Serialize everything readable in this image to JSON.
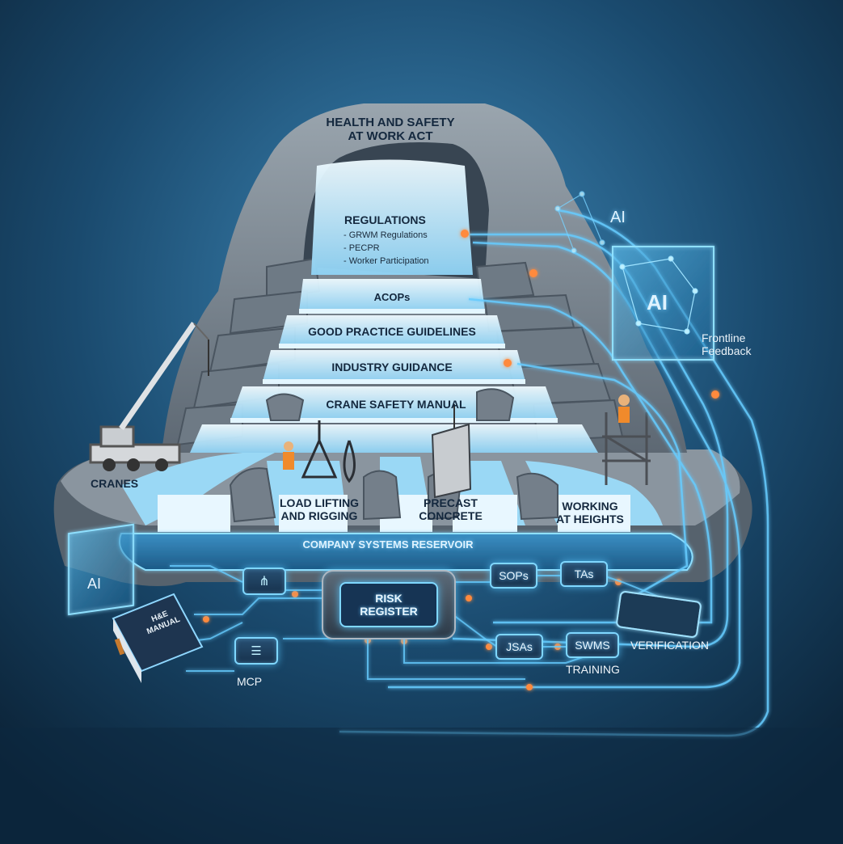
{
  "source": {
    "title": "HEALTH AND SAFETY\nAT WORK ACT"
  },
  "cascade": {
    "regulations": {
      "title": "REGULATIONS",
      "items": [
        "- GRWM Regulations",
        "- PECPR",
        "- Worker Participation"
      ]
    },
    "tiers": [
      "ACOPs",
      "GOOD PRACTICE GUIDELINES",
      "INDUSTRY GUIDANCE",
      "CRANE SAFETY MANUAL"
    ]
  },
  "branches": {
    "cranes": "CRANES",
    "load_lifting": "LOAD LIFTING\nAND RIGGING",
    "precast": "PRECAST\nCONCRETE",
    "heights": "WORKING\nAT HEIGHTS"
  },
  "reservoir": {
    "label": "COMPANY SYSTEMS RESERVOIR"
  },
  "ai": {
    "top_label": "AI",
    "panel_label": "AI",
    "left_label": "AI",
    "feedback": "Frontline\nFeedback"
  },
  "network": {
    "risk_register": "RISK\nREGISTER",
    "sops": "SOPs",
    "tas": "TAs",
    "jsas": "JSAs",
    "swms": "SWMS",
    "verification": "VERIFICATION",
    "training": "TRAINING",
    "mcp": "MCP",
    "manual_book": "H&E\nMANUAL"
  },
  "colors": {
    "background": "#0f3552",
    "glow_line": "#66ccff",
    "node_orange": "#ff8a3d",
    "rock": "#7f8b96",
    "water": "#bfe9ff"
  }
}
